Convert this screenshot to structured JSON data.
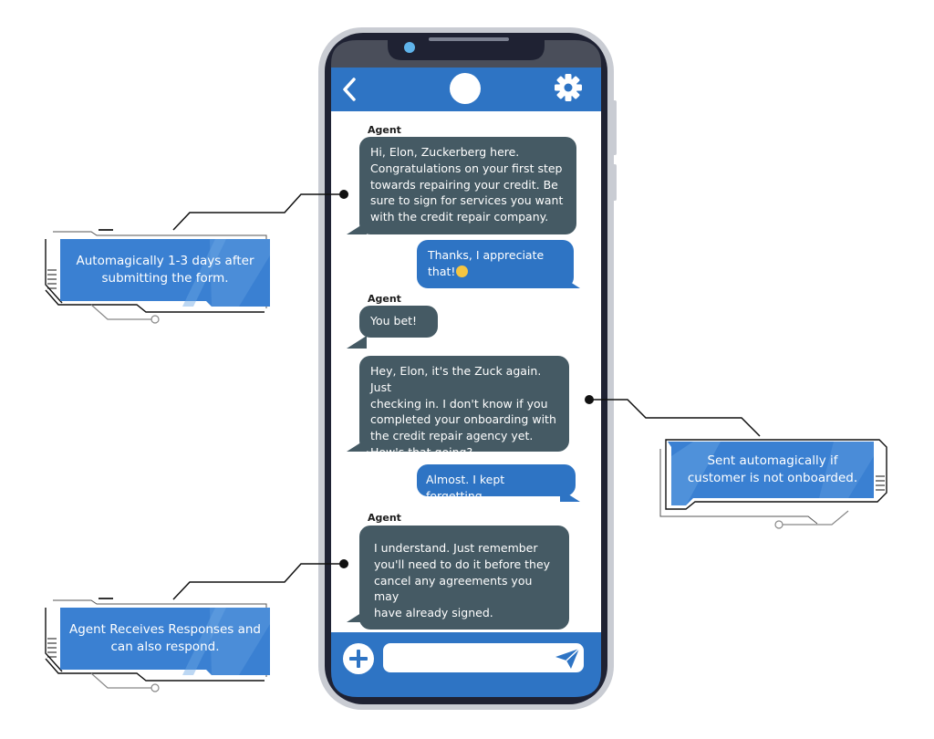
{
  "colors": {
    "header_blue": "#2e74c4",
    "agent_bubble": "#455a64",
    "user_bubble": "#2e74c4",
    "phone_frame": "#1f2233",
    "callout_blue": "#3a80d2"
  },
  "header": {
    "back_icon": "chevron-left",
    "avatar_icon": "avatar-circle",
    "settings_icon": "gear"
  },
  "messages": [
    {
      "sender": "Agent",
      "role": "agent",
      "text": "Hi, Elon, Zuckerberg here.\nCongratulations on your first step\ntowards repairing your credit. Be\nsure to sign for services you want\nwith the credit repair company."
    },
    {
      "sender": "",
      "role": "user",
      "text": "Thanks, I appreciate\nthat!",
      "emoji": "smiling-face-emoji"
    },
    {
      "sender": "Agent",
      "role": "agent",
      "text": "You bet!"
    },
    {
      "sender": "",
      "role": "agent",
      "text": "Hey, Elon, it's the Zuck again. Just\nchecking in. I don't know if you\ncompleted your onboarding with\nthe credit repair agency yet.\nHow's that going?"
    },
    {
      "sender": "",
      "role": "user",
      "text": "Almost. I kept forgetting."
    },
    {
      "sender": "Agent",
      "role": "agent",
      "text": "I understand. Just remember\nyou'll need to do it before they\ncancel any agreements you may\nhave already signed."
    }
  ],
  "composer": {
    "add_icon": "plus-circle",
    "input_value": "",
    "send_icon": "paper-plane"
  },
  "callouts": [
    {
      "text": "Automagically 1-3 days after\nsubmitting the form."
    },
    {
      "text": "Sent automagically if\ncustomer is not onboarded."
    },
    {
      "text": "Agent Receives Responses and\ncan also respond."
    }
  ]
}
